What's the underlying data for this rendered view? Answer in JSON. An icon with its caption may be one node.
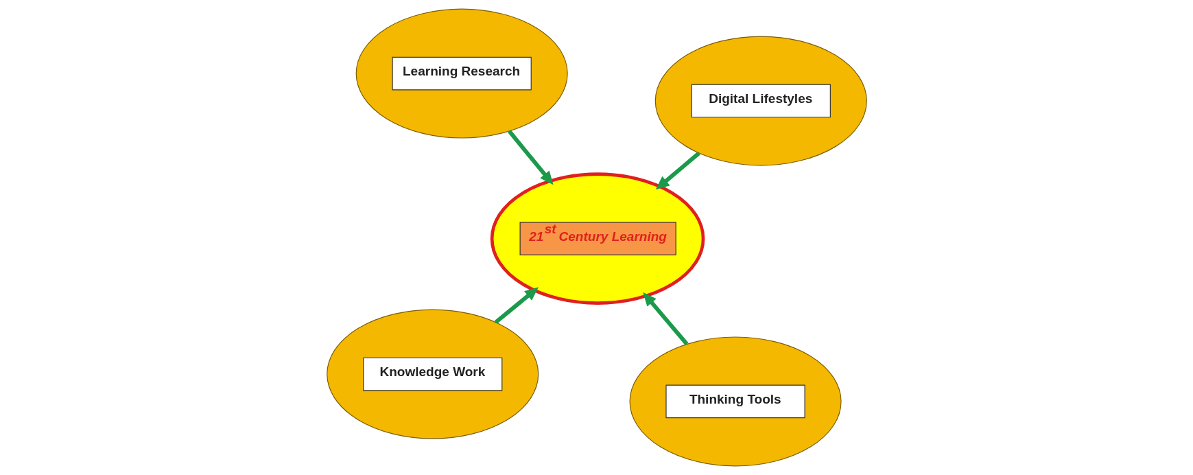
{
  "diagram": {
    "nodes": [
      {
        "text": [
          "Knowledge Work"
        ]
      },
      {
        "text": [
          "Thinking Tools"
        ]
      },
      {
        "text": [
          "21$^{st}$ Century Learning"
        ]
      },
      {
        "text": [
          "Learning Research"
        ]
      },
      {
        "text": [
          "Digital Lifestyles"
        ]
      }
    ],
    "edges": [
      {
        "from": 0,
        "to": 2,
        "arrow": "to"
      },
      {
        "from": 1,
        "to": 2,
        "arrow": "to"
      },
      {
        "from": 3,
        "to": 2,
        "arrow": "to"
      },
      {
        "from": 4,
        "to": 2,
        "arrow": "to"
      }
    ]
  }
}
